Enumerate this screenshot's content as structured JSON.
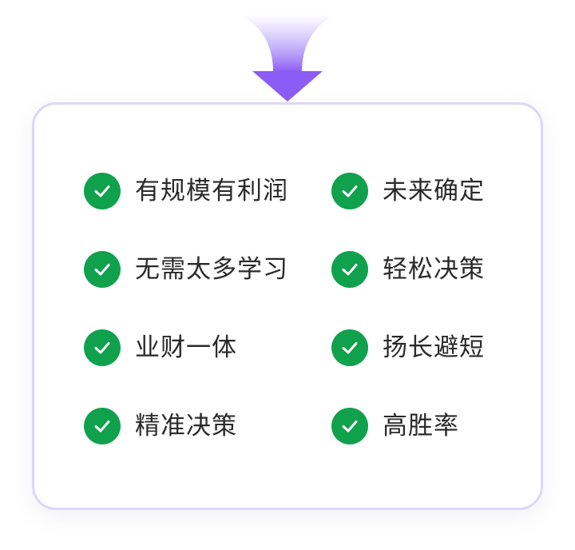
{
  "colors": {
    "accent_purple": "#8b5cf6",
    "card_border": "#ddd6fb",
    "check_green": "#10a14c",
    "text": "#2a2a2a"
  },
  "icons": {
    "arrow": "arrow-down-icon",
    "check": "check-circle-icon"
  },
  "features": {
    "left": [
      {
        "label": "有规模有利润"
      },
      {
        "label": "无需太多学习"
      },
      {
        "label": "业财一体"
      },
      {
        "label": "精准决策"
      }
    ],
    "right": [
      {
        "label": "未来确定"
      },
      {
        "label": "轻松决策"
      },
      {
        "label": "扬长避短"
      },
      {
        "label": "高胜率"
      }
    ]
  }
}
